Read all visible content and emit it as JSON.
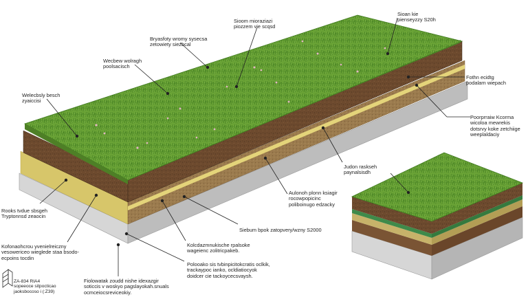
{
  "colors": {
    "grass": "#6aa336",
    "grass_dark": "#3f7a1f",
    "soil": "#6d4a2e",
    "soil_dark": "#4e3420",
    "sand": "#d7c66a",
    "drain": "#9b7b4e",
    "concrete": "#d3d3d3",
    "concrete_dark": "#a9a9a9",
    "leader": "#222222",
    "text": "#222222"
  },
  "labels": [
    {
      "id": "top-center",
      "lines": [
        "Sioom mioraziazi",
        "piozzem vie scqsd"
      ]
    },
    {
      "id": "top-right",
      "lines": [
        "Sioan kie",
        "pienseyzzy S20h"
      ]
    },
    {
      "id": "mid-top",
      "lines": [
        "Bryasfoty wromy sysecsa",
        "zetowiety siezbcal"
      ]
    },
    {
      "id": "grass-upper",
      "lines": [
        "Wecbew wolragh",
        "poolsacisch"
      ]
    },
    {
      "id": "grass-left",
      "lines": [
        "Welecbsly besch",
        "zyaiccisi"
      ]
    },
    {
      "id": "right-1",
      "lines": [
        "Fothn ecidtg",
        "podalarn wiepach"
      ]
    },
    {
      "id": "right-2",
      "lines": [
        "Poorprraiw Kcorma",
        "wicoloa mewrekis",
        "dotsrvy koke zetchiige",
        "weeplaldaciy"
      ]
    },
    {
      "id": "center-1",
      "lines": [
        "Judon raskseh",
        "paynalsisdh"
      ]
    },
    {
      "id": "center-2",
      "lines": [
        "Aulonoh plonn ksiagir",
        "rocowpopicinc",
        "poliboinugo edzacky"
      ]
    },
    {
      "id": "center-3",
      "lines": [
        "Siebum bpok zatopvery/wzny S2000"
      ]
    },
    {
      "id": "left-1",
      "lines": [
        "Rooks tvdue sbsgeh",
        "Tryptonnsd zeaocin"
      ]
    },
    {
      "id": "left-2",
      "lines": [
        "Kofonaohcrou yvenielreiczny",
        "vesowericeo wieglede staa bsodo-",
        "ecpoins tocdin"
      ]
    },
    {
      "id": "bottom-1",
      "lines": [
        "Kolcdazmnukische rpalsoke",
        "wageienc zolitricpakeb."
      ]
    },
    {
      "id": "bottom-2",
      "lines": [
        "Polooako sis tvbinpicitokcratis oclkik,",
        "trackaypoc ianko, ocldiatiocyok",
        "doidcer cie tackoycecsvaysh."
      ]
    },
    {
      "id": "bottom-3",
      "lines": [
        "Fiolowatak zoudd nishe idexazgir",
        "soticcis v woskyo pagslayokah.snuals",
        "ocmceiocsreviceokiy."
      ]
    },
    {
      "id": "logo",
      "lines": [
        "ZA-834 RIA4",
        "sopeeoce sitpocticao",
        "jaoksbocoso i (:Z39)"
      ]
    }
  ]
}
